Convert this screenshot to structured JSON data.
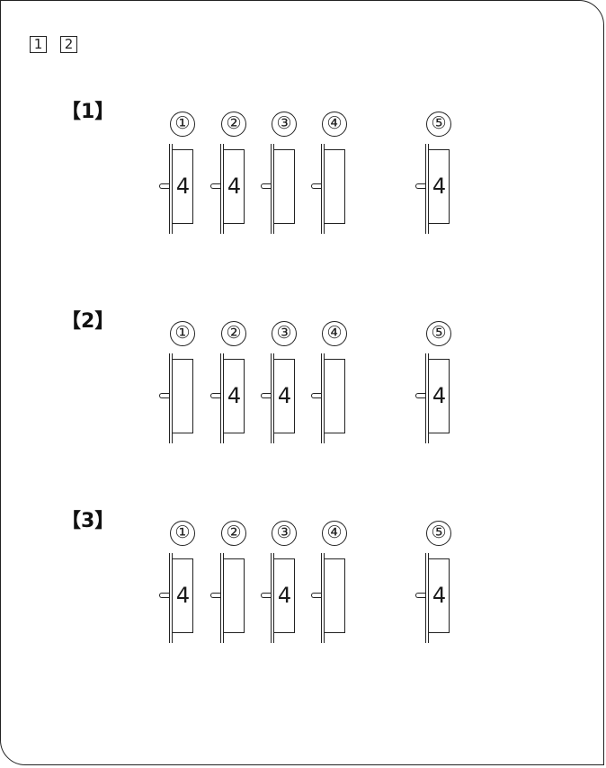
{
  "tabs": [
    "1",
    "2"
  ],
  "questions": [
    {
      "label": "【1】",
      "columns": [
        {
          "number": "①",
          "page_text": "4"
        },
        {
          "number": "②",
          "page_text": "4"
        },
        {
          "number": "③",
          "page_text": ""
        },
        {
          "number": "④",
          "page_text": ""
        },
        {
          "number": "⑤",
          "page_text": "4"
        }
      ]
    },
    {
      "label": "【2】",
      "columns": [
        {
          "number": "①",
          "page_text": ""
        },
        {
          "number": "②",
          "page_text": "4"
        },
        {
          "number": "③",
          "page_text": "4"
        },
        {
          "number": "④",
          "page_text": ""
        },
        {
          "number": "⑤",
          "page_text": "4"
        }
      ]
    },
    {
      "label": "【3】",
      "columns": [
        {
          "number": "①",
          "page_text": "4"
        },
        {
          "number": "②",
          "page_text": ""
        },
        {
          "number": "③",
          "page_text": "4"
        },
        {
          "number": "④",
          "page_text": ""
        },
        {
          "number": "⑤",
          "page_text": "4"
        }
      ]
    }
  ]
}
